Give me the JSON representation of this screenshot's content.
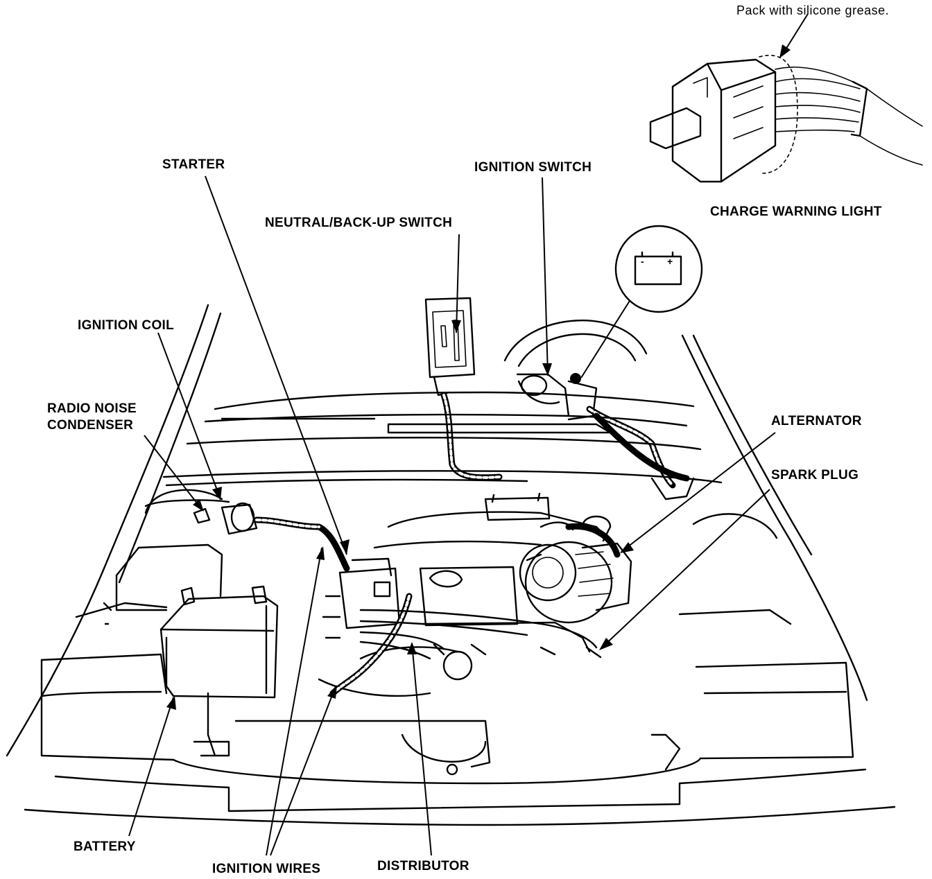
{
  "labels": {
    "pack_note": "Pack with silicone grease.",
    "charge_warning_light": "CHARGE WARNING LIGHT",
    "ignition_switch": "IGNITION SWITCH",
    "starter": "STARTER",
    "neutral_backup_switch": "NEUTRAL/BACK-UP SWITCH",
    "ignition_coil": "IGNITION COIL",
    "radio_noise_line1": "RADIO NOISE",
    "radio_noise_line2": "CONDENSER",
    "alternator": "ALTERNATOR",
    "spark_plug": "SPARK PLUG",
    "battery": "BATTERY",
    "ignition_wires": "IGNITION WIRES",
    "distributor": "DISTRIBUTOR"
  },
  "icons": {
    "battery_symbol_minus": "-",
    "battery_symbol_plus": "+"
  }
}
